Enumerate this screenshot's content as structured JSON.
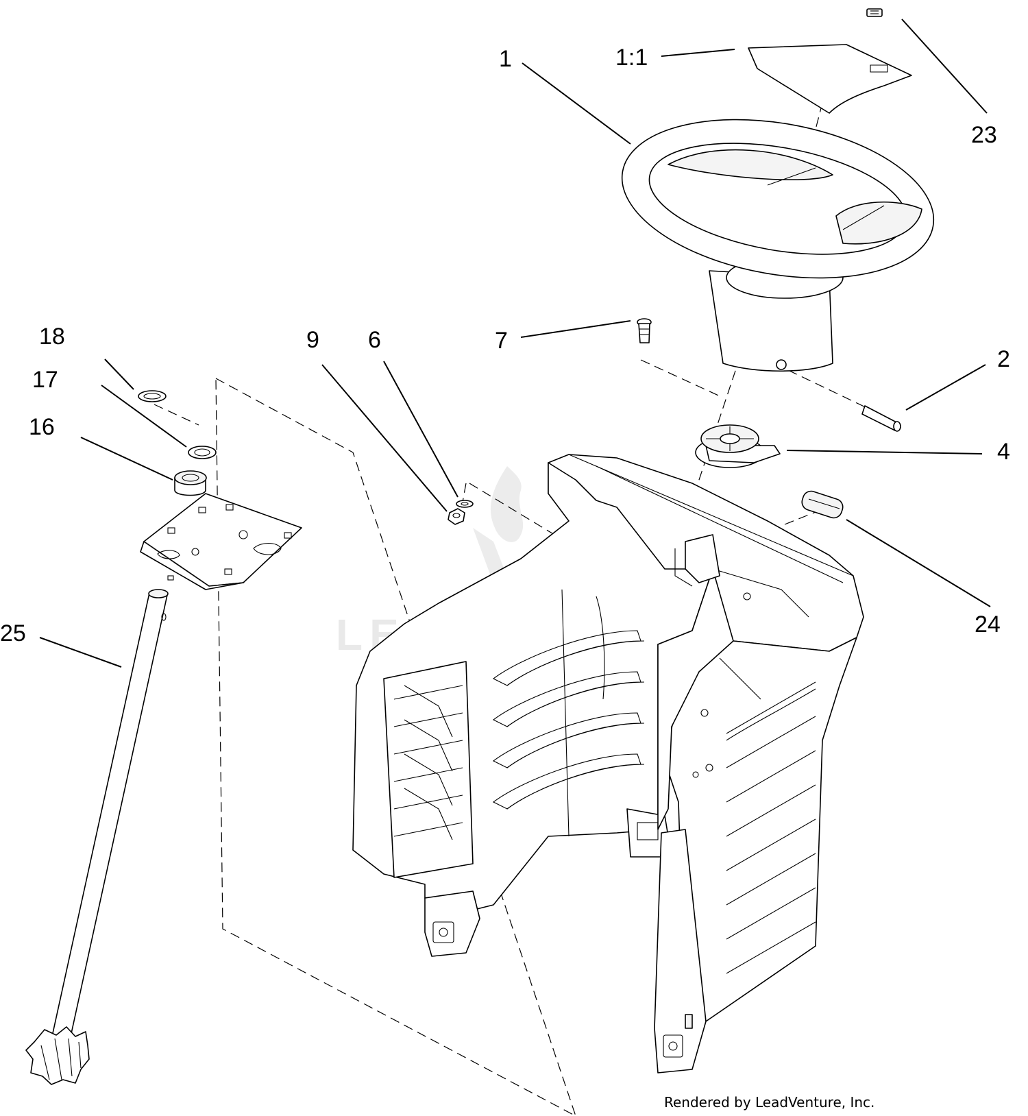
{
  "callouts": [
    {
      "id": "1",
      "label": "1"
    },
    {
      "id": "1-1",
      "label": "1:1"
    },
    {
      "id": "23",
      "label": "23"
    },
    {
      "id": "7",
      "label": "7"
    },
    {
      "id": "2",
      "label": "2"
    },
    {
      "id": "4",
      "label": "4"
    },
    {
      "id": "24",
      "label": "24"
    },
    {
      "id": "18",
      "label": "18"
    },
    {
      "id": "17",
      "label": "17"
    },
    {
      "id": "16",
      "label": "16"
    },
    {
      "id": "9",
      "label": "9"
    },
    {
      "id": "6",
      "label": "6"
    },
    {
      "id": "25",
      "label": "25"
    }
  ],
  "watermark": {
    "text": "LEADVENTURE"
  },
  "footer": {
    "credit": "Rendered by LeadVenture, Inc."
  }
}
